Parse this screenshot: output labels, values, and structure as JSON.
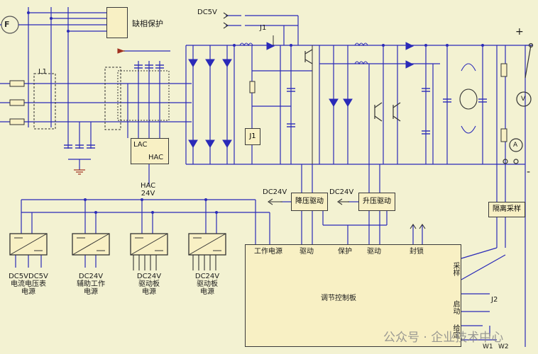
{
  "labels": {
    "phase_protect": "缺相保护",
    "dc5v": "DC5V",
    "j1_switch": "J1",
    "l1": "L1",
    "j1_relay": "J1",
    "lac": "LAC",
    "hac": "HAC",
    "hac_24v_line1": "HAC",
    "hac_24v_line2": "24V",
    "dc24v_left": "DC24V",
    "dc24v_right": "DC24V",
    "buck_drive": "降压驱动",
    "boost_drive": "升压驱动",
    "isolation_sample": "隔离采样",
    "plus": "+",
    "minus": "-",
    "voltmeter": "V",
    "ammeter": "A",
    "work_power": "工作电源",
    "drive_1": "驱动",
    "protect": "保护",
    "drive_2": "驱动",
    "lockout": "封锁",
    "control_board": "调节控制板",
    "sample": "采样",
    "start": "启动",
    "given": "给定",
    "j2": "J2",
    "w1": "W1",
    "w2": "W2",
    "generator": "F"
  },
  "power_supplies": [
    {
      "line1": "DC5VDC5V",
      "line2": "电流电压表",
      "line3": "电源"
    },
    {
      "line1": "DC24V",
      "line2": "辅助工作",
      "line3": "电源"
    },
    {
      "line1": "DC24V",
      "line2": "驱动板",
      "line3": "电源"
    },
    {
      "line1": "DC24V",
      "line2": "驱动板",
      "line3": "电源"
    }
  ],
  "watermark": "公众号 · 企业技术中心",
  "colors": {
    "background": "#f3f2d2",
    "wire": "#2a2ab8",
    "box": "#f8f0c4",
    "outline": "#3a3a3a"
  }
}
